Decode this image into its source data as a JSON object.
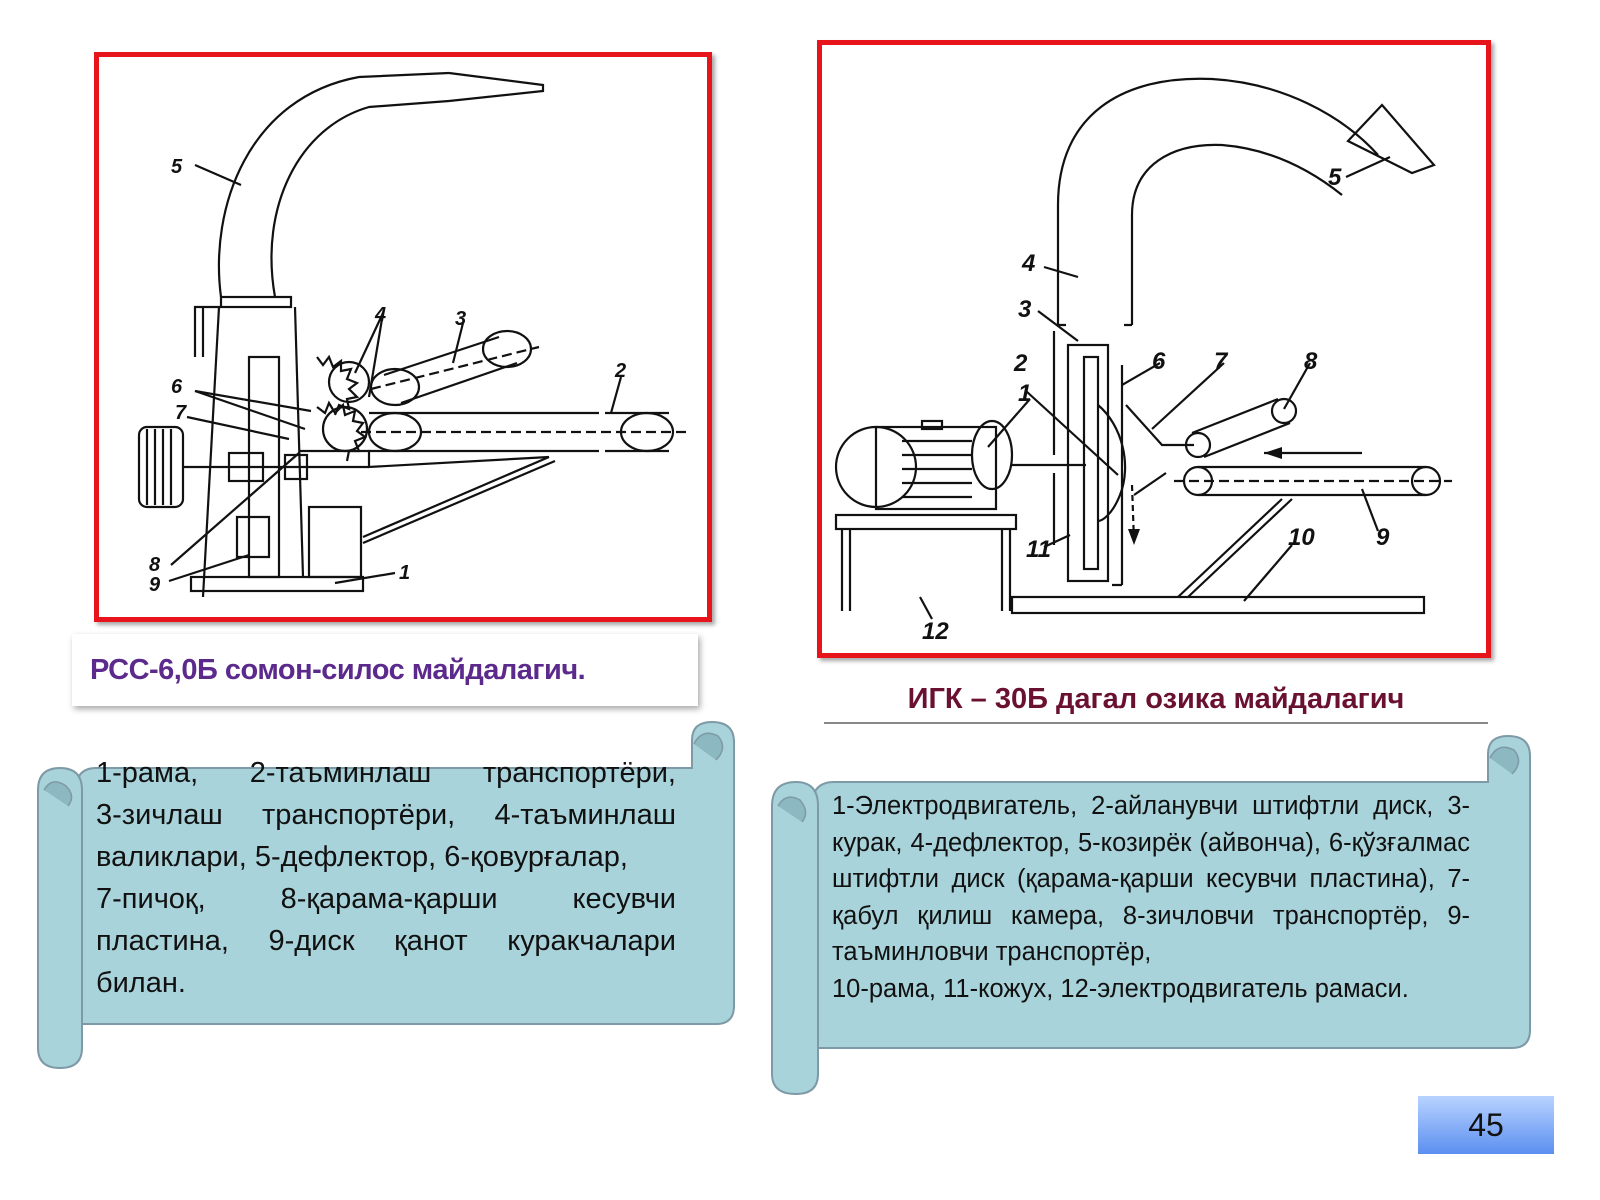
{
  "left_figure": {
    "labels": [
      "1",
      "2",
      "3",
      "4",
      "5",
      "6",
      "7",
      "8",
      "9"
    ],
    "caption": "РСС-6,0Б сомон-силос майдалагич."
  },
  "right_figure": {
    "labels": [
      "1",
      "2",
      "3",
      "4",
      "5",
      "6",
      "7",
      "8",
      "9",
      "10",
      "11",
      "12"
    ],
    "caption": "ИГК – 30Б дагал озика майдалагич"
  },
  "left_legend": {
    "lines": [
      "1-рама, 2-таъминлаш транспортёри,",
      "3-зичлаш транспортёри, 4-таъминлаш валиклари, 5-дефлектор, 6-қовурғалар,",
      "7-пичоқ, 8-қарама-қарши кесувчи пластина, 9-диск қанот куракчалари билан."
    ]
  },
  "right_legend": {
    "lines": [
      "1-Электродвигатель, 2-айланувчи штифтли диск, 3-курак, 4-дефлектор, 5-козирёк (айвонча), 6-қўзғалмас штифтли диск (қарама-қарши кесувчи пластина), 7-қабул қилиш камера, 8-зичловчи транспортёр, 9-таъминловчи транспортёр,",
      "10-рама, 11-кожух, 12-электродвигатель рамаси."
    ]
  },
  "page_number": "45",
  "colors": {
    "frame": "#e8141c",
    "scroll": "#a9d3da",
    "scroll_edge": "#7e9aa6"
  }
}
